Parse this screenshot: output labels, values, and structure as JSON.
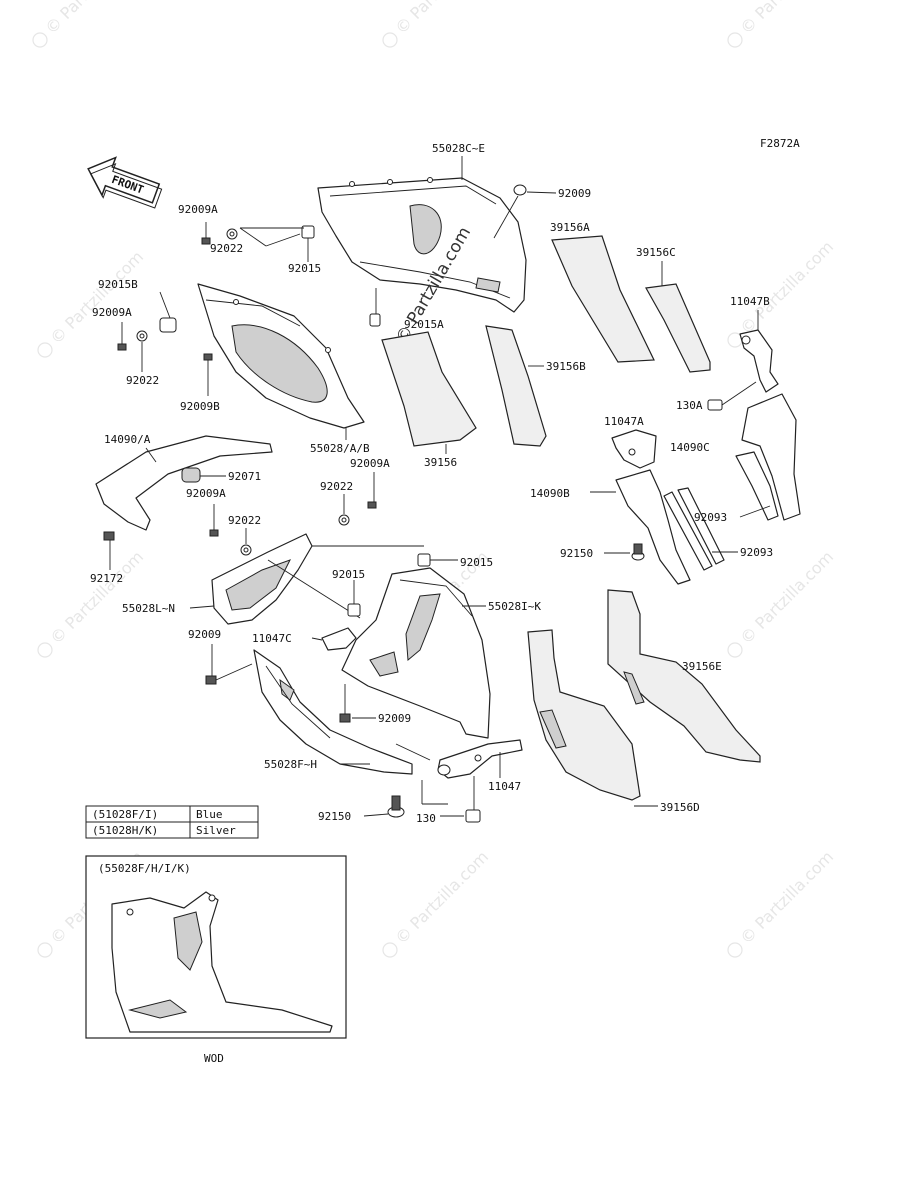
{
  "figure_code": "F2872A",
  "front_label": "FRONT",
  "watermark": "© Partzilla.com",
  "callouts": {
    "c55028CE": "55028C~E",
    "c92009_top": "92009",
    "c92009A_1": "92009A",
    "c92022_1": "92022",
    "c92015_1": "92015",
    "c92015B": "92015B",
    "c92009A_2": "92009A",
    "c92022_2": "92022",
    "c92009B": "92009B",
    "c92015A": "92015A",
    "c39156A": "39156A",
    "c39156C": "39156C",
    "c39156B": "39156B",
    "c39156": "39156",
    "c55028AB": "55028/A/B",
    "c11047B": "11047B",
    "c130A": "130A",
    "c11047A": "11047A",
    "c14090C": "14090C",
    "c14090A": "14090/A",
    "c92071": "92071",
    "c92009A_3": "92009A",
    "c92009A_4": "92009A",
    "c92022_3": "92022",
    "c92022_4": "92022",
    "c14090B": "14090B",
    "c92093_1": "92093",
    "c92093_2": "92093",
    "c92150_1": "92150",
    "c92172": "92172",
    "c92015_2": "92015",
    "c92015_3": "92015",
    "c55028LN": "55028L~N",
    "c55028IK": "55028I~K",
    "c92009_2": "92009",
    "c11047C": "11047C",
    "c39156E": "39156E",
    "c92009_3": "92009",
    "c55028FH": "55028F~H",
    "c11047": "11047",
    "c39156D": "39156D",
    "c92150_2": "92150",
    "c130": "130"
  },
  "legend": {
    "rows": [
      {
        "code": "(51028F/I)",
        "color": "Blue"
      },
      {
        "code": "(51028H/K)",
        "color": "Silver"
      }
    ]
  },
  "inset": {
    "title": "(55028F/H/I/K)",
    "caption": "WOD"
  }
}
